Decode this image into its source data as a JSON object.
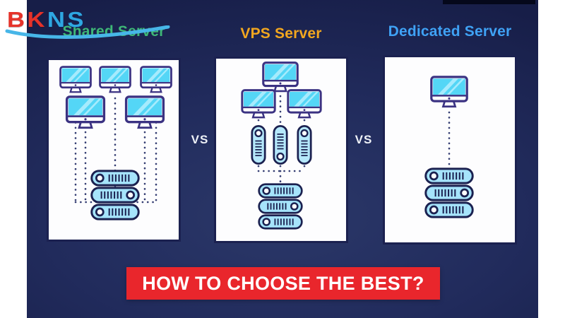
{
  "logo": {
    "bk": "BK",
    "ns": "NS"
  },
  "headers": [
    {
      "label": "Shared Server",
      "color": "#3eb777"
    },
    {
      "label": "VPS Server",
      "color": "#f2a71f"
    },
    {
      "label": "Dedicated Server",
      "color": "#3fa2f5"
    }
  ],
  "vs": {
    "first": "VS",
    "second": "VS"
  },
  "banner": {
    "label": "HOW TO CHOOSE THE BEST?",
    "bg": "#e9262c",
    "text_color": "#ffffff"
  },
  "diagram": {
    "shared": {
      "monitors": 5,
      "rack_servers": 3
    },
    "vps": {
      "monitors": 3,
      "tower_servers": 3,
      "rack_servers": 3
    },
    "dedicated": {
      "monitors": 1,
      "rack_servers": 3
    }
  },
  "palette": {
    "background_navy": "#212b5c",
    "panel_white": "#fdfdfe",
    "monitor_outline": "#3b3282",
    "screen_cyan": "#54d6f6",
    "server_fill": "#a6e4fb",
    "server_outline": "#1b2150",
    "dot_color": "#343d72"
  }
}
